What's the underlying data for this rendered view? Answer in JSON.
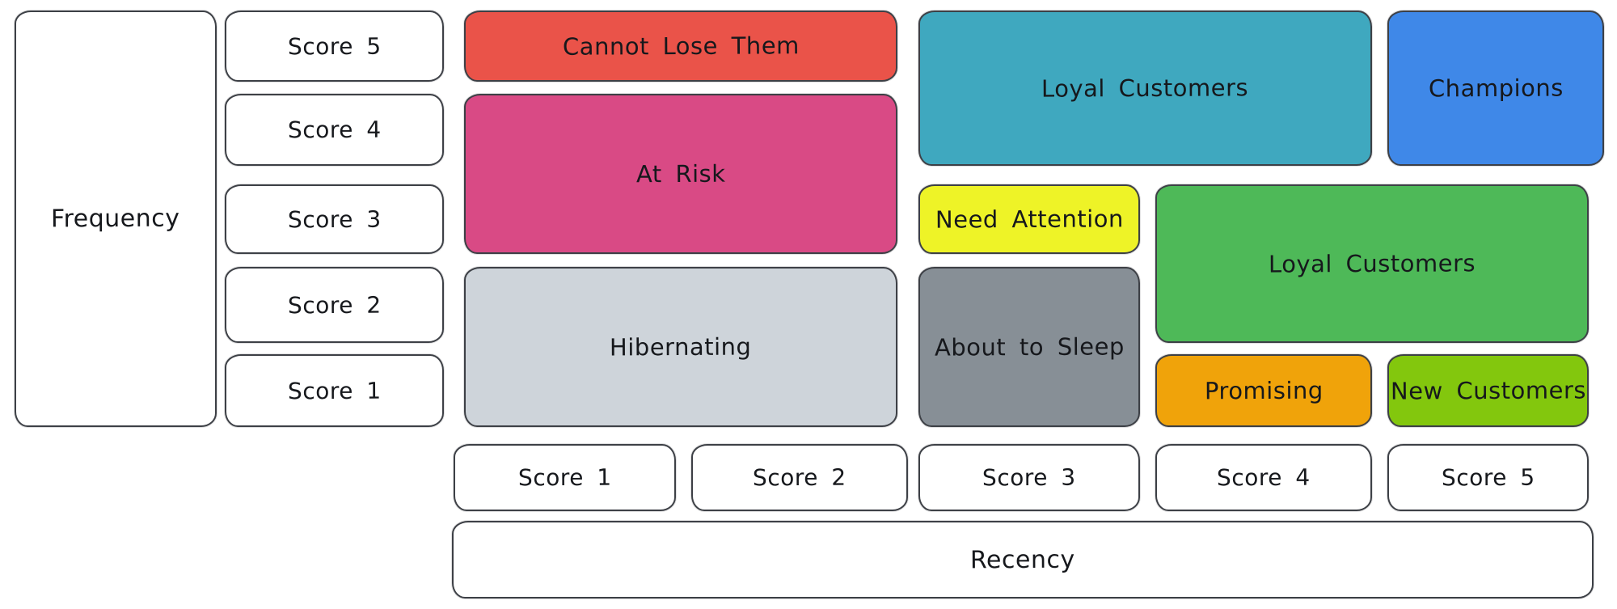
{
  "axes": {
    "frequency": {
      "label": "Frequency",
      "scores": [
        "Score 5",
        "Score 4",
        "Score 3",
        "Score 2",
        "Score 1"
      ]
    },
    "recency": {
      "label": "Recency",
      "scores": [
        "Score 1",
        "Score 2",
        "Score 3",
        "Score 4",
        "Score 5"
      ]
    }
  },
  "segments": {
    "cannot_lose_them": {
      "label": "Cannot Lose Them",
      "color": "#ea5349",
      "frequency_scores": [
        5
      ],
      "recency_scores": [
        1,
        2
      ]
    },
    "at_risk": {
      "label": "At Risk",
      "color": "#d94a85",
      "frequency_scores": [
        4,
        3
      ],
      "recency_scores": [
        1,
        2
      ]
    },
    "hibernating": {
      "label": "Hibernating",
      "color": "#ced4da",
      "frequency_scores": [
        2,
        1
      ],
      "recency_scores": [
        1,
        2
      ]
    },
    "loyal_customers_top": {
      "label": "Loyal Customers",
      "color": "#3fa8bf",
      "frequency_scores": [
        5,
        4
      ],
      "recency_scores": [
        3,
        4
      ]
    },
    "champions": {
      "label": "Champions",
      "color": "#3f88e8",
      "frequency_scores": [
        5,
        4
      ],
      "recency_scores": [
        5
      ]
    },
    "need_attention": {
      "label": "Need Attention",
      "color": "#eef327",
      "frequency_scores": [
        3
      ],
      "recency_scores": [
        3
      ]
    },
    "about_to_sleep": {
      "label": "About to Sleep",
      "color": "#878f96",
      "frequency_scores": [
        2,
        1
      ],
      "recency_scores": [
        3
      ]
    },
    "loyal_customers_right": {
      "label": "Loyal Customers",
      "color": "#4eb958",
      "frequency_scores": [
        3,
        2
      ],
      "recency_scores": [
        4,
        5
      ]
    },
    "promising": {
      "label": "Promising",
      "color": "#f0a30a",
      "frequency_scores": [
        1
      ],
      "recency_scores": [
        4
      ]
    },
    "new_customers": {
      "label": "New Customers",
      "color": "#83c70d",
      "frequency_scores": [
        1
      ],
      "recency_scores": [
        5
      ]
    }
  }
}
